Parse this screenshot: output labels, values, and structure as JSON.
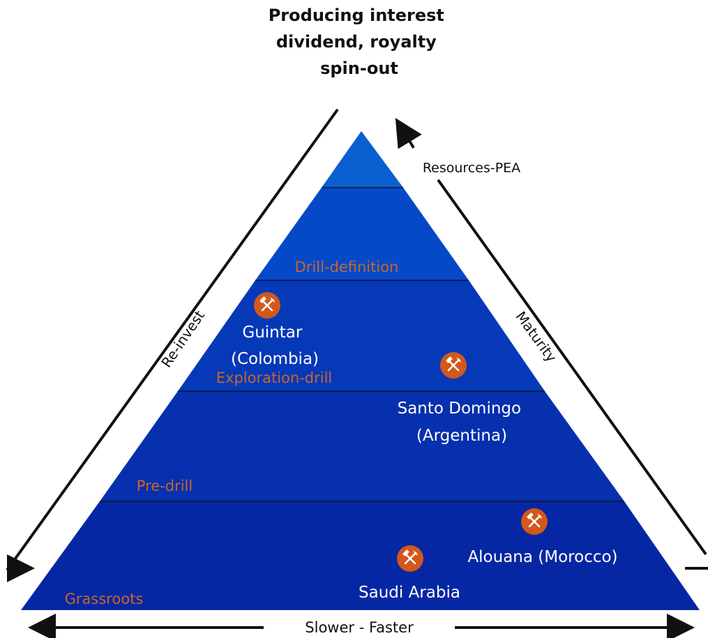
{
  "top_title": [
    "Producing interest",
    "dividend, royalty",
    "spin-out"
  ],
  "colors": {
    "tier_top": "#0a5fd0",
    "tier_upper": "#0549c9",
    "tier_mid": "#0639b8",
    "tier_lower": "#0630ad",
    "tier_base": "#0627a3",
    "stage_text": "#c7662a",
    "icon_fill": "#d2581b",
    "line": "#111111"
  },
  "stages": {
    "resources": "Resources-PEA",
    "drill_definition": "Drill-definition",
    "exploration_drill": "Exploration-drill",
    "pre_drill": "Pre-drill",
    "grassroots": "Grassroots"
  },
  "projects": {
    "guintar": [
      "Guintar",
      "(Colombia)"
    ],
    "santo_domingo": [
      "Santo Domingo",
      "(Argentina)"
    ],
    "alouana": "Alouana (Morocco)",
    "saudi": "Saudi Arabia"
  },
  "project_icon": "pick-hammer-icon",
  "sides": {
    "left": "Re-invest",
    "right": "Maturity",
    "bottom": "Slower - Faster"
  }
}
